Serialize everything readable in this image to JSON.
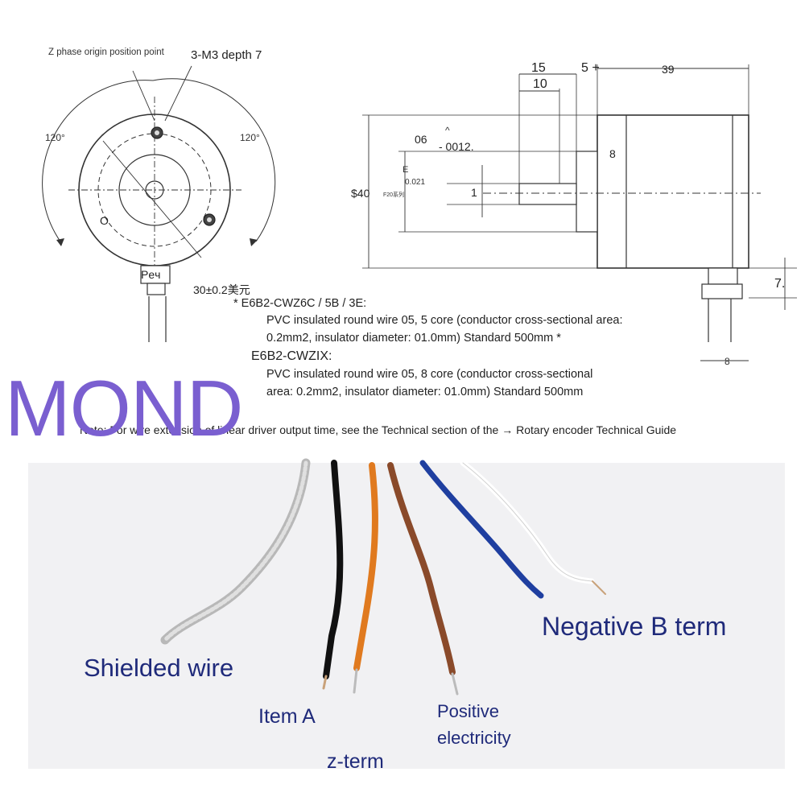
{
  "front_view": {
    "z_phase_label": "Z phase origin position point",
    "mount_holes_label": "3-M3 depth 7",
    "angle_left": "120°",
    "angle_right": "120°",
    "center_mark": "O",
    "cable_mark": "Peч",
    "pitch_label": "30±0.2美元"
  },
  "side_view": {
    "dim_15": "15",
    "dim_10": "10",
    "dim_5": "5 +",
    "dim_39": "39",
    "dim_06": "06",
    "shaft_tol": "- 0012.",
    "shaft_hat": "^",
    "dim_8_top": "8",
    "dim_e": "E",
    "dim_0021": "0.021",
    "dim_1": "1",
    "dim_40": "$40",
    "f20": "F20系列",
    "dim_7": "7.",
    "dim_8_bottom": "8"
  },
  "notes": {
    "model_1": "* E6B2-CWZ6C / 5B / 3E:",
    "desc_1a": "PVC insulated round wire 05, 5 core (conductor cross-sectional area:",
    "desc_1b": "0.2mm2, insulator diameter: 01.0mm) Standard 500mm *",
    "model_2": "E6B2-CWZIX:",
    "desc_2a": "PVC insulated round wire 05, 8 core (conductor cross-sectional",
    "desc_2b": "area: 0.2mm2, insulator diameter: 01.0mm) Standard 500mm",
    "note_line": "Note: For wire extension of linear driver output time, see the Technical section of the → Rotary encoder Technical Guide"
  },
  "watermark": "MOND",
  "wires": {
    "shielded": "Shielded wire",
    "item_a": "Item A",
    "z_term": "z-term",
    "positive_1": "Positive",
    "positive_2": "electricity",
    "negative_b": "Negative B term"
  },
  "colors": {
    "label_blue": "#1f2a7a",
    "watermark_purple": "#7a5fd0",
    "wire_black": "#111111",
    "wire_orange": "#e07a1f",
    "wire_brown": "#8a4a2a",
    "wire_blue": "#1f3fa0",
    "wire_white": "#f2f2f2"
  }
}
